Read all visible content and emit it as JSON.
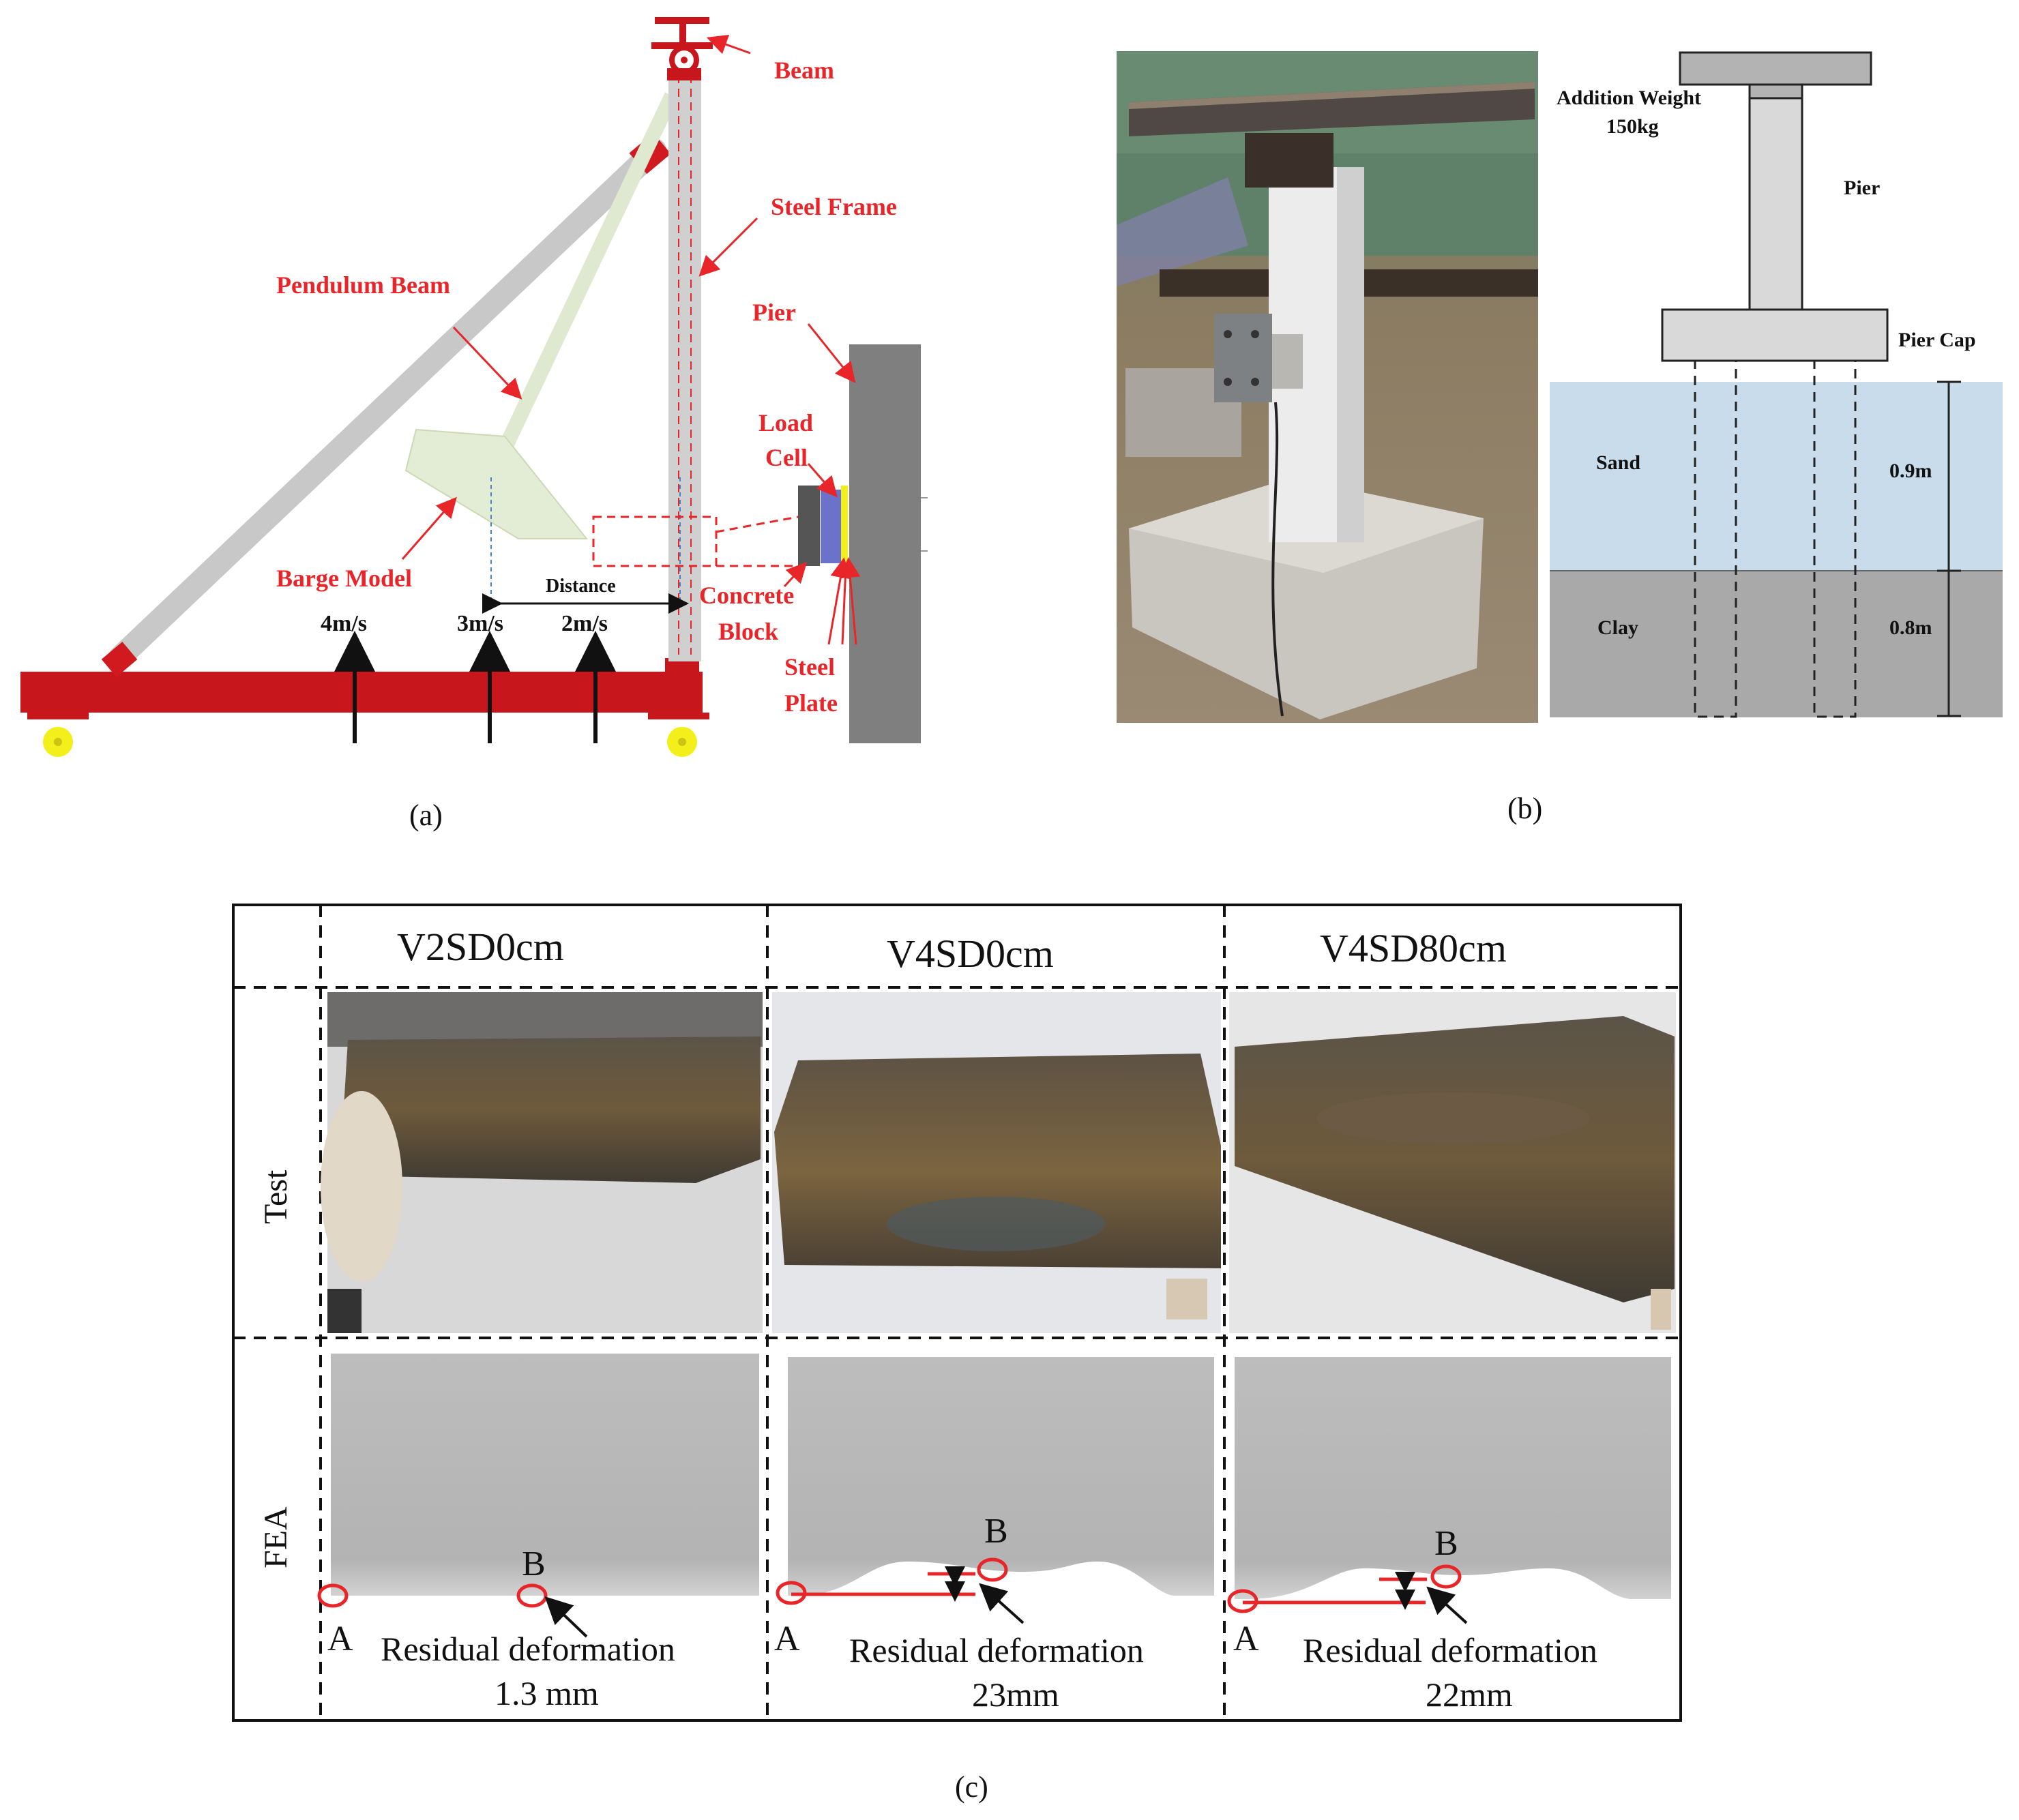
{
  "panel_a": {
    "caption": "(a)",
    "labels": {
      "beam": "Beam",
      "steel_frame": "Steel Frame",
      "pendulum_beam": "Pendulum Beam",
      "pier": "Pier",
      "load_cell_1": "Load",
      "load_cell_2": "Cell",
      "barge_model": "Barge Model",
      "concrete_block_1": "Concrete",
      "concrete_block_2": "Block",
      "steel_plate_1": "Steel",
      "steel_plate_2": "Plate",
      "distance": "Distance"
    },
    "speeds": [
      "4m/s",
      "3m/s",
      "2m/s"
    ],
    "colors": {
      "frame": "#c8171c",
      "label": "#e8262a",
      "wheel": "#f2ef1a"
    }
  },
  "panel_b": {
    "caption": "(b)",
    "labels": {
      "addition_weight_1": "Addition Weight",
      "addition_weight_2": "150kg",
      "pier": "Pier",
      "pier_cap": "Pier Cap",
      "sand": "Sand",
      "sand_depth": "0.9m",
      "clay": "Clay",
      "clay_depth": "0.8m"
    },
    "colors": {
      "sand": "#c9dceb",
      "clay": "#a9a9a9",
      "structure": "#d9d9d9"
    }
  },
  "panel_c": {
    "caption": "(c)",
    "columns": [
      "V2SD0cm",
      "V4SD0cm",
      "V4SD80cm"
    ],
    "rows": [
      "Test",
      "FEA"
    ],
    "point_a": "A",
    "point_b": "B",
    "residual_label": "Residual deformation",
    "residual_values": [
      "1.3 mm",
      "23mm",
      "22mm"
    ]
  }
}
